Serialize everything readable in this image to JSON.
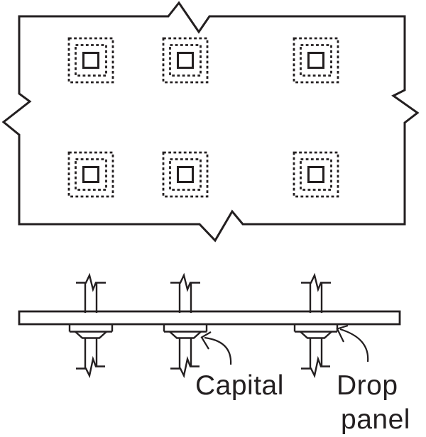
{
  "diagram": {
    "kind": "structural engineering drawing (flat slab with drop panels and column capitals)",
    "colors": {
      "line": "#231f20",
      "text": "#231f20",
      "background": "#ffffff"
    },
    "plan_view": {
      "column_symbols": 6,
      "grid": "2 rows x 3 columns",
      "symbol": "solid column square inside two dashed squares (capital and drop panel outlines)",
      "edge_breaks": 4
    },
    "section_view": {
      "columns": 3,
      "parts": [
        "column",
        "slab",
        "drop panel",
        "capital"
      ],
      "column_break_symbols": "top and bottom of each column"
    },
    "labels": {
      "capital": "Capital",
      "drop_panel": [
        "Drop",
        "panel"
      ]
    },
    "annotations": {
      "capital_arrow": "curved-arrow pointing to capital of middle column",
      "drop_panel_arrow": "curved-arrow pointing to drop panel of right column"
    }
  }
}
